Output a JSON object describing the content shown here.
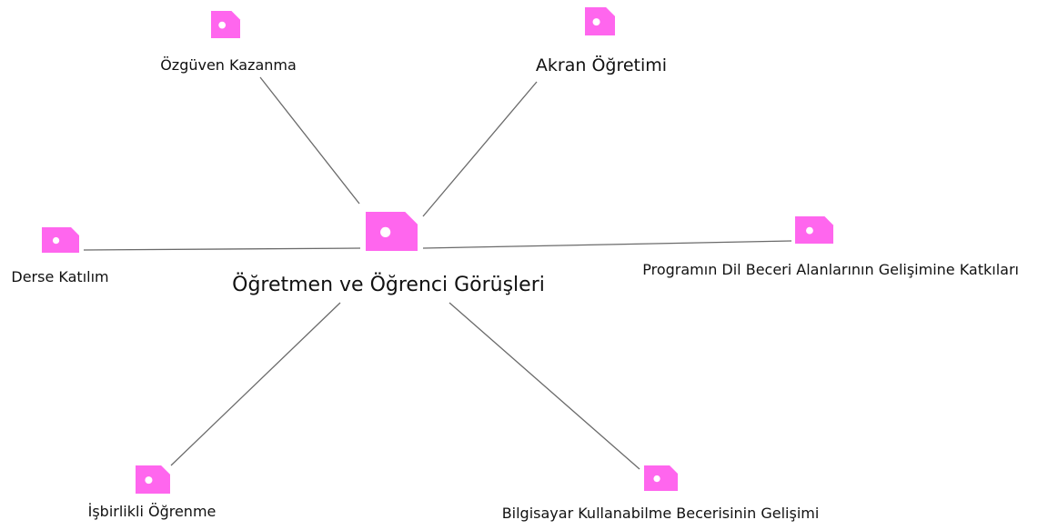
{
  "diagram": {
    "center": {
      "label": "Öğretmen ve Öğrenci Görüşleri",
      "icon": "tag-icon"
    },
    "nodes": [
      {
        "id": "ozguven",
        "label": "Özgüven  Kazanma",
        "icon": "tag-icon"
      },
      {
        "id": "akran",
        "label": "Akran Öğretimi",
        "icon": "tag-icon"
      },
      {
        "id": "derse",
        "label": "Derse Katılım",
        "icon": "tag-icon"
      },
      {
        "id": "program",
        "label": "Programın Dil Beceri Alanlarının Gelişimine Katkıları",
        "icon": "tag-icon"
      },
      {
        "id": "isbirlikli",
        "label": "İşbirlikli Öğrenme",
        "icon": "tag-icon"
      },
      {
        "id": "bilgisayar",
        "label": "Bilgisayar Kullanabilme Becerisinin Gelişimi",
        "icon": "tag-icon"
      }
    ],
    "colors": {
      "tag": "#ff66ee",
      "edge": "#6a6a6a",
      "text": "#111111"
    }
  }
}
